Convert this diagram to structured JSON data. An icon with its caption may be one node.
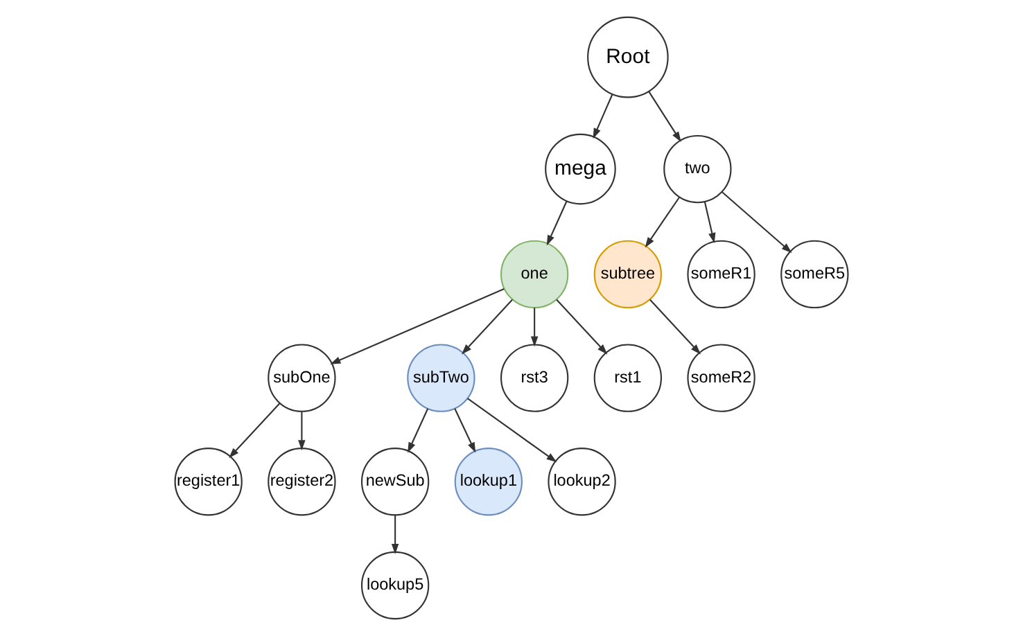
{
  "diagram": {
    "nodes": [
      {
        "text": [
          "Root"
        ]
      },
      {
        "text": [
          "mega"
        ]
      },
      {
        "text": [
          "two"
        ]
      },
      {
        "text": [
          "one"
        ]
      },
      {
        "text": [
          "subtree"
        ]
      },
      {
        "text": [
          "someR1"
        ]
      },
      {
        "text": [
          "someR5"
        ]
      },
      {
        "text": [
          "subOne"
        ]
      },
      {
        "text": [
          "subTwo"
        ]
      },
      {
        "text": [
          "rst3"
        ]
      },
      {
        "text": [
          "rst1"
        ]
      },
      {
        "text": [
          "someR2"
        ]
      },
      {
        "text": [
          "register1"
        ]
      },
      {
        "text": [
          "register2"
        ]
      },
      {
        "text": [
          "newSub"
        ]
      },
      {
        "text": [
          "lookup1"
        ]
      },
      {
        "text": [
          "lookup2"
        ]
      },
      {
        "text": [
          "lookup5"
        ]
      }
    ],
    "edges": [
      {
        "from": 0,
        "to": 1,
        "arrow": "to"
      },
      {
        "from": 0,
        "to": 2,
        "arrow": "to"
      },
      {
        "from": 1,
        "to": 3,
        "arrow": "to"
      },
      {
        "from": 2,
        "to": 4,
        "arrow": "to"
      },
      {
        "from": 2,
        "to": 5,
        "arrow": "to"
      },
      {
        "from": 2,
        "to": 6,
        "arrow": "to"
      },
      {
        "from": 3,
        "to": 7,
        "arrow": "to"
      },
      {
        "from": 3,
        "to": 8,
        "arrow": "to"
      },
      {
        "from": 3,
        "to": 9,
        "arrow": "to"
      },
      {
        "from": 3,
        "to": 10,
        "arrow": "to"
      },
      {
        "from": 4,
        "to": 11,
        "arrow": "to"
      },
      {
        "from": 7,
        "to": 12,
        "arrow": "to"
      },
      {
        "from": 7,
        "to": 13,
        "arrow": "to"
      },
      {
        "from": 8,
        "to": 14,
        "arrow": "to"
      },
      {
        "from": 8,
        "to": 15,
        "arrow": "to"
      },
      {
        "from": 8,
        "to": 16,
        "arrow": "to"
      },
      {
        "from": 14,
        "to": 17,
        "arrow": "to"
      }
    ]
  }
}
